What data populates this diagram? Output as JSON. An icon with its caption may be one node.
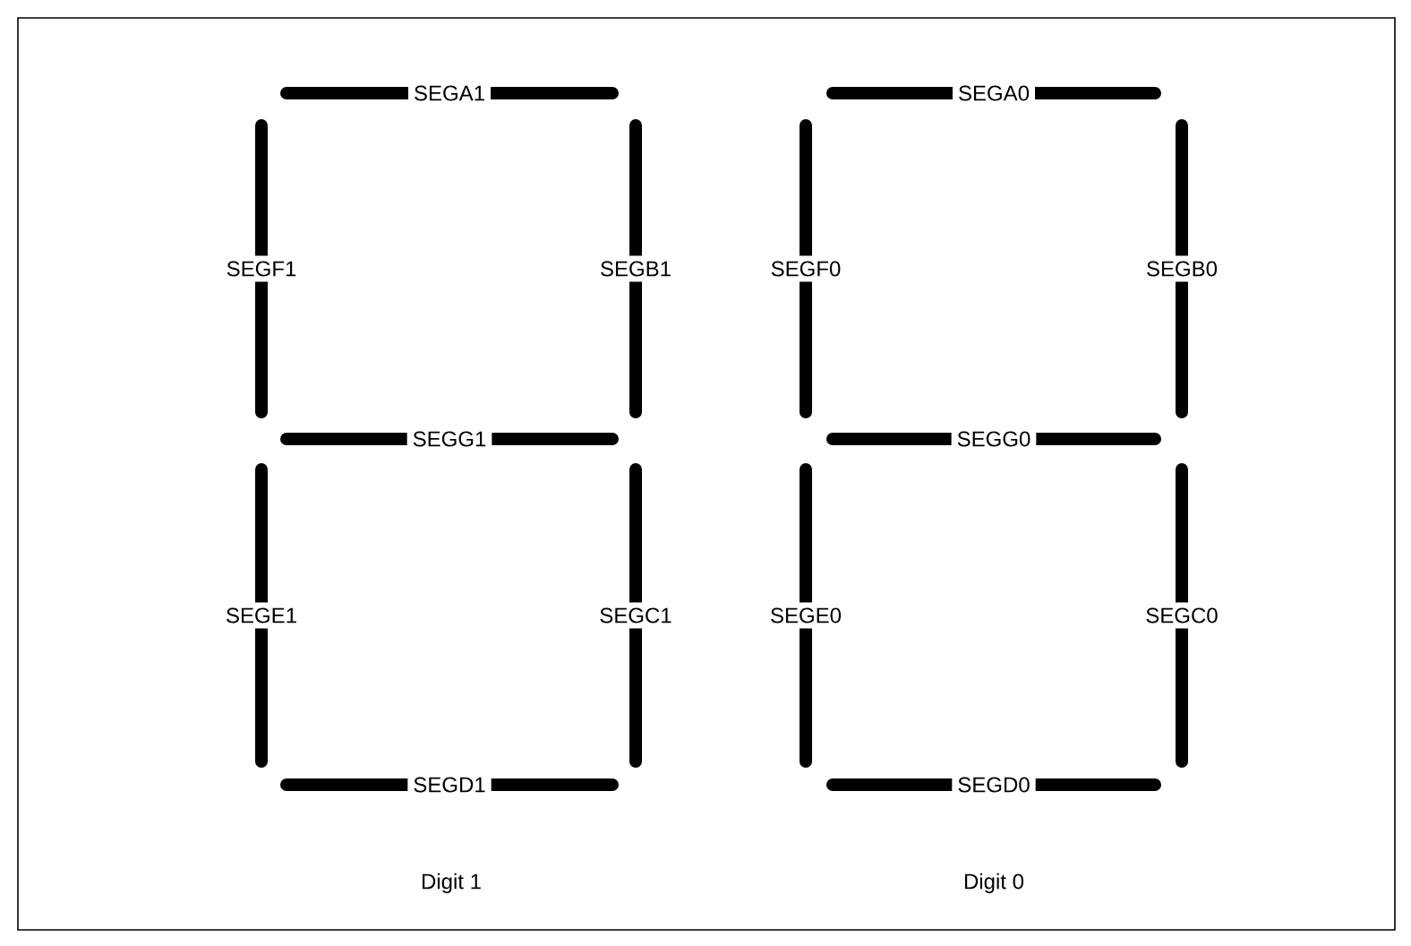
{
  "diagram": {
    "nodes": [
      {
        "text": [
          "SEGA1"
        ]
      },
      {
        "text": [
          "SEGA0"
        ]
      },
      {
        "text": [
          "SEGF1"
        ]
      },
      {
        "text": [
          "SEGB1"
        ]
      },
      {
        "text": [
          "SEGF0"
        ]
      },
      {
        "text": [
          "SEGB0"
        ]
      },
      {
        "text": [
          "SEGG1"
        ]
      },
      {
        "text": [
          "SEGG0"
        ]
      },
      {
        "text": [
          "SEGE1"
        ]
      },
      {
        "text": [
          "SEGC1"
        ]
      },
      {
        "text": [
          "SEGE0"
        ]
      },
      {
        "text": [
          "SEGC0"
        ]
      },
      {
        "text": [
          "SEGD1"
        ]
      },
      {
        "text": [
          "SEGD0"
        ]
      }
    ],
    "labels": [
      "Digit 1",
      "Digit 0"
    ]
  }
}
